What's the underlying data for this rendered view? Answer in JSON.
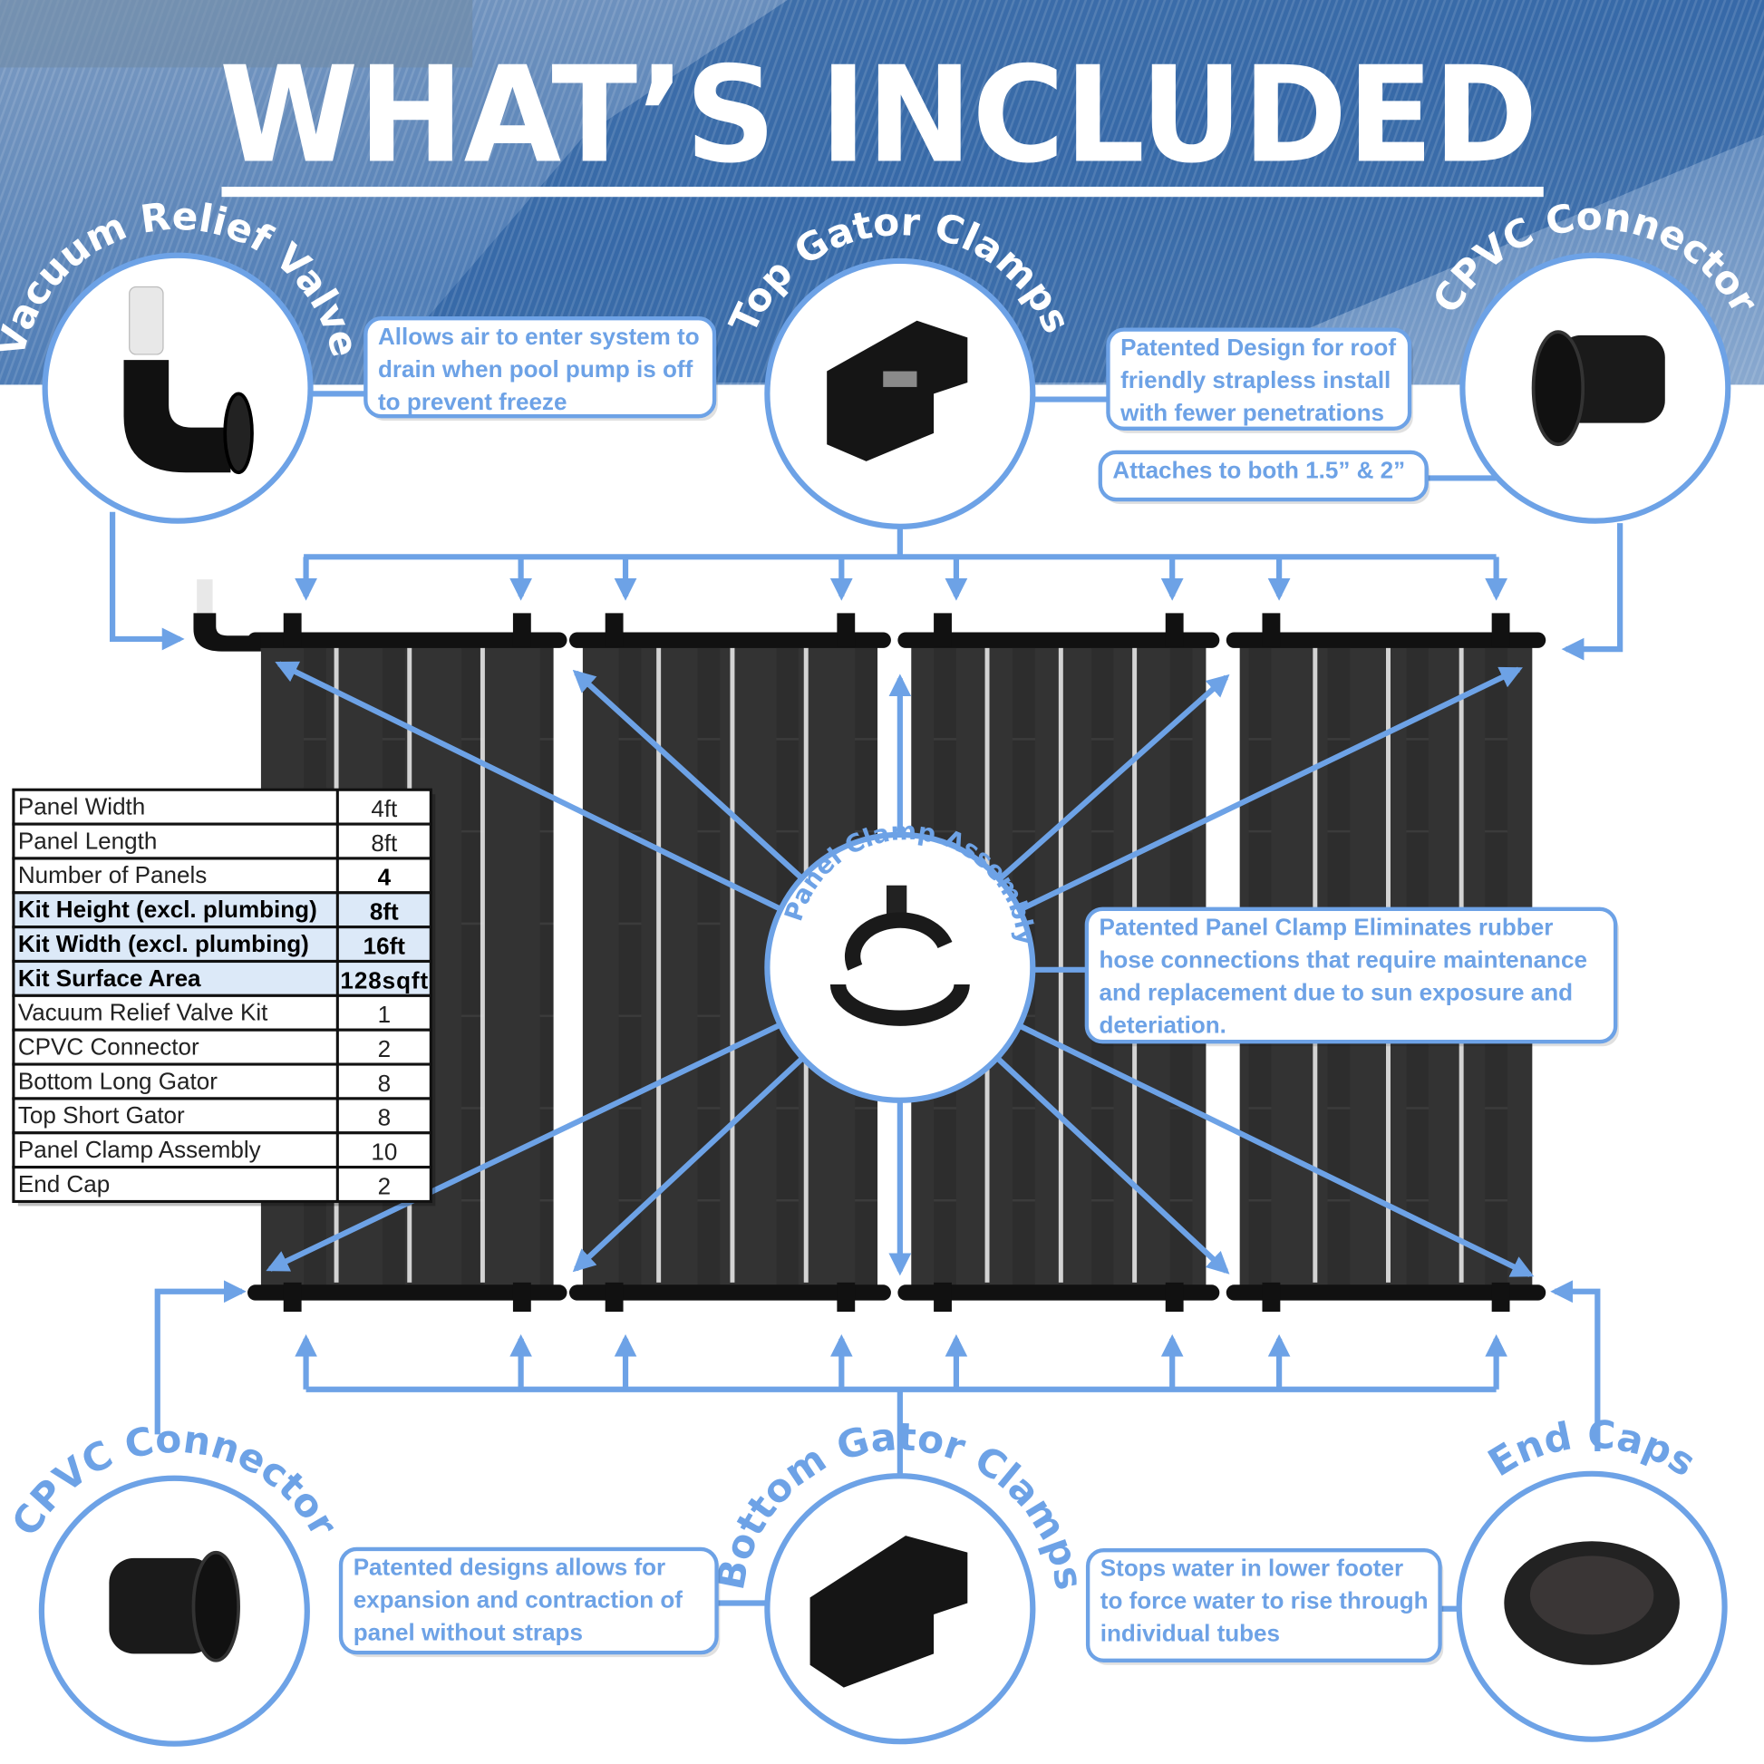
{
  "title": "WHAT’S INCLUDED",
  "colors": {
    "accent": "#6da2e6",
    "photo_blue": "#3d6fab",
    "panel": "#2b2b2b"
  },
  "components": {
    "vacuum_relief_valve": {
      "label": "Vacuum Relief Valve",
      "icon": "vacuum-relief-valve-icon",
      "callout": [
        "Allows air to enter system to",
        "drain when pool pump is off",
        "to prevent freeze"
      ]
    },
    "top_gator_clamps": {
      "label": "Top Gator Clamps",
      "icon": "gator-clamp-icon",
      "callout": [
        "Patented Design for roof",
        "friendly strapless install",
        "with fewer penetrations"
      ]
    },
    "cpvc_connector_top": {
      "label": "CPVC Connector",
      "icon": "cpvc-connector-icon",
      "callout": [
        "Attaches to both 1.5” & 2”"
      ]
    },
    "panel_clamp_assembly": {
      "label": "Panel Clamp Assembly",
      "icon": "panel-clamp-icon",
      "callout": [
        "Patented Panel Clamp Eliminates rubber",
        "hose connections that require maintenance",
        "and replacement due to sun exposure and",
        "deteriation."
      ]
    },
    "cpvc_connector_bottom": {
      "label": "CPVC Connector",
      "icon": "cpvc-connector-icon"
    },
    "bottom_gator_clamps": {
      "label": "Bottom Gator Clamps",
      "icon": "gator-clamp-icon",
      "callout": [
        "Patented designs allows for",
        "expansion and contraction of",
        "panel without straps"
      ]
    },
    "end_caps": {
      "label": "End Caps",
      "icon": "end-cap-icon",
      "callout": [
        "Stops water in lower footer",
        "to force water to rise through",
        "individual tubes"
      ]
    }
  },
  "spec_table": [
    {
      "label": "Panel Width",
      "value": "4ft"
    },
    {
      "label": "Panel Length",
      "value": "8ft"
    },
    {
      "label": "Number of Panels",
      "value": "4"
    },
    {
      "label": "Kit Height (excl. plumbing)",
      "value": "8ft",
      "highlight": true
    },
    {
      "label": "Kit Width (excl. plumbing)",
      "value": "16ft",
      "highlight": true
    },
    {
      "label": "Kit Surface Area",
      "value": "128sqft",
      "highlight": true
    },
    {
      "label": "Vacuum Relief Valve Kit",
      "value": "1"
    },
    {
      "label": "CPVC Connector",
      "value": "2"
    },
    {
      "label": "Bottom Long Gator",
      "value": "8"
    },
    {
      "label": "Top Short Gator",
      "value": "8"
    },
    {
      "label": "Panel Clamp Assembly",
      "value": "10"
    },
    {
      "label": "End Cap",
      "value": "2"
    }
  ]
}
